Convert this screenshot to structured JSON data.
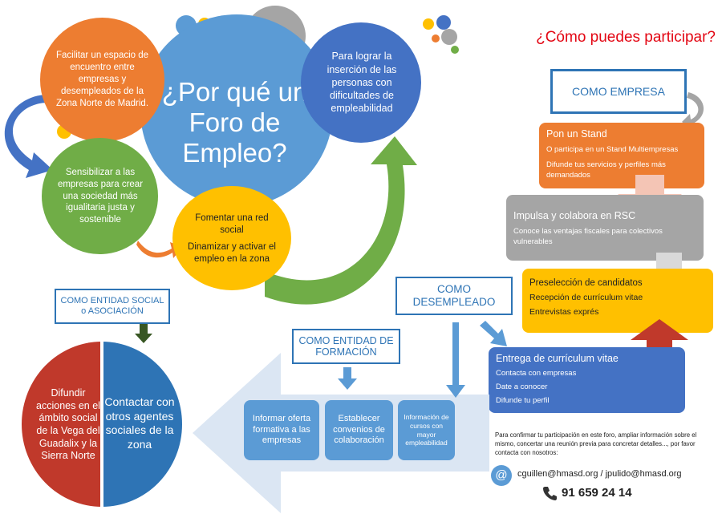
{
  "main_title": "¿Por qué un Foro de Empleo?",
  "bubbles": {
    "orange": "Facilitar un espacio de encuentro entre empresas y desempleados de la Zona Norte de Madrid.",
    "green": "Sensibilizar a las empresas para crear una sociedad más igualitaria justa y sostenible",
    "navy": "Para lograr la inserción de las personas con dificultades de empleabilidad",
    "yellow_1": "Fomentar una red social",
    "yellow_2": "Dinamizar y activar el empleo en la zona"
  },
  "participate_heading": "¿Cómo puedes participar?",
  "empresa": {
    "label": "COMO EMPRESA",
    "stand": {
      "title": "Pon un Stand",
      "lines": [
        "O participa en un Stand Multiempresas",
        "Difunde tus servicios y perfiles más demandados"
      ]
    },
    "rsc": {
      "title": "Impulsa y colabora en RSC",
      "lines": [
        "Conoce las ventajas fiscales para colectivos vulnerables"
      ]
    },
    "seleccion": {
      "lines": [
        "Preselección de candidatos",
        "Recepción de currículum vitae",
        "Entrevistas exprés"
      ]
    }
  },
  "desempleado": {
    "label_1": "COMO",
    "label_2": "DESEMPLEADO",
    "entrega": {
      "title": "Entrega de currículum vitae",
      "lines": [
        "Contacta con empresas",
        "Date a conocer",
        "Difunde tu perfil"
      ]
    }
  },
  "formacion": {
    "label_1": "COMO ENTIDAD DE",
    "label_2": "FORMACIÓN",
    "tiles": [
      "Informar oferta formativa a las empresas",
      "Establecer convenios de colaboración",
      "Información de cursos con mayor empleabilidad"
    ]
  },
  "entidad_social": {
    "label_1": "COMO ENTIDAD SOCIAL",
    "label_2": "o ASOCIACIÓN",
    "left": "Difundir acciones en el ámbito social de la Vega del Guadalix y la Sierra Norte",
    "right": "Contactar con otros agentes sociales de la zona"
  },
  "contact": {
    "note": "Para confirmar tu participación en este foro, ampliar información sobre el mismo, concertar una reunión previa para concretar detalles..., por favor contacta con nosotros:",
    "emails": "cguillen@hmasd.org / jpulido@hmasd.org",
    "phone": "91 659 24 14"
  },
  "colors": {
    "blue_circle": "#5b9bd5",
    "orange": "#ed7d31",
    "green": "#70ad47",
    "navy": "#4472c4",
    "yellow": "#ffc000",
    "grey": "#a5a5a5",
    "red_heading": "#e30613",
    "dark_red": "#c0392b",
    "label_blue": "#2e74b5"
  }
}
